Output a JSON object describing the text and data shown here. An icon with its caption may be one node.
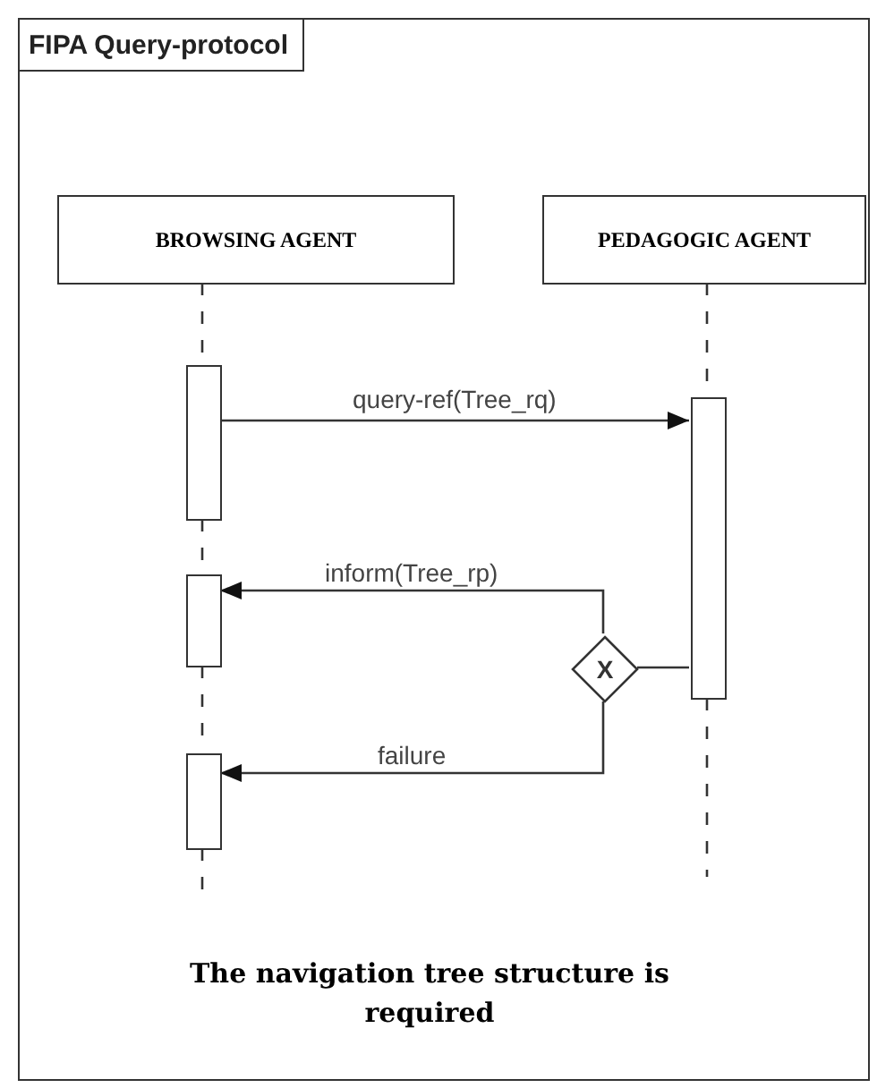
{
  "diagram": {
    "caption": "The navigation tree structure is required",
    "nodes": [
      {
        "text": [
          "FIPA Query-protocol"
        ]
      },
      {
        "text": [
          "BROWSING AGENT"
        ],
        "in": 0
      },
      {
        "text": [
          "PEDAGOGIC AGENT"
        ],
        "in": 0
      },
      {
        "text": [],
        "shape": "bar",
        "in": 0
      },
      {
        "text": [],
        "shape": "bar",
        "in": 0
      },
      {
        "text": [],
        "shape": "bar",
        "in": 0
      },
      {
        "text": [
          "X"
        ],
        "in": 0
      },
      {
        "text": [],
        "shape": "bar",
        "in": 0
      }
    ],
    "edges": [
      {
        "from": 1,
        "to": 3,
        "arrow": "none",
        "style": "dashed"
      },
      {
        "from": 3,
        "to": 5,
        "arrow": "none",
        "style": "dashed"
      },
      {
        "from": 5,
        "to": 7,
        "arrow": "none",
        "style": "dashed"
      },
      {
        "from": 7,
        "to": null,
        "arrow": "none",
        "style": "dashed"
      },
      {
        "from": 2,
        "to": 4,
        "arrow": "none",
        "style": "dashed"
      },
      {
        "from": 4,
        "to": null,
        "arrow": "none",
        "style": "dashed"
      },
      {
        "from": 3,
        "to": 4,
        "arrow": "to",
        "label": "query-ref(Tree_rq)"
      },
      {
        "from": 4,
        "to": 6,
        "arrow": "none"
      },
      {
        "from": 6,
        "to": 5,
        "arrow": "to",
        "label": "inform(Tree_rp)"
      },
      {
        "from": 6,
        "to": 7,
        "arrow": "to",
        "label": "failure"
      }
    ]
  }
}
